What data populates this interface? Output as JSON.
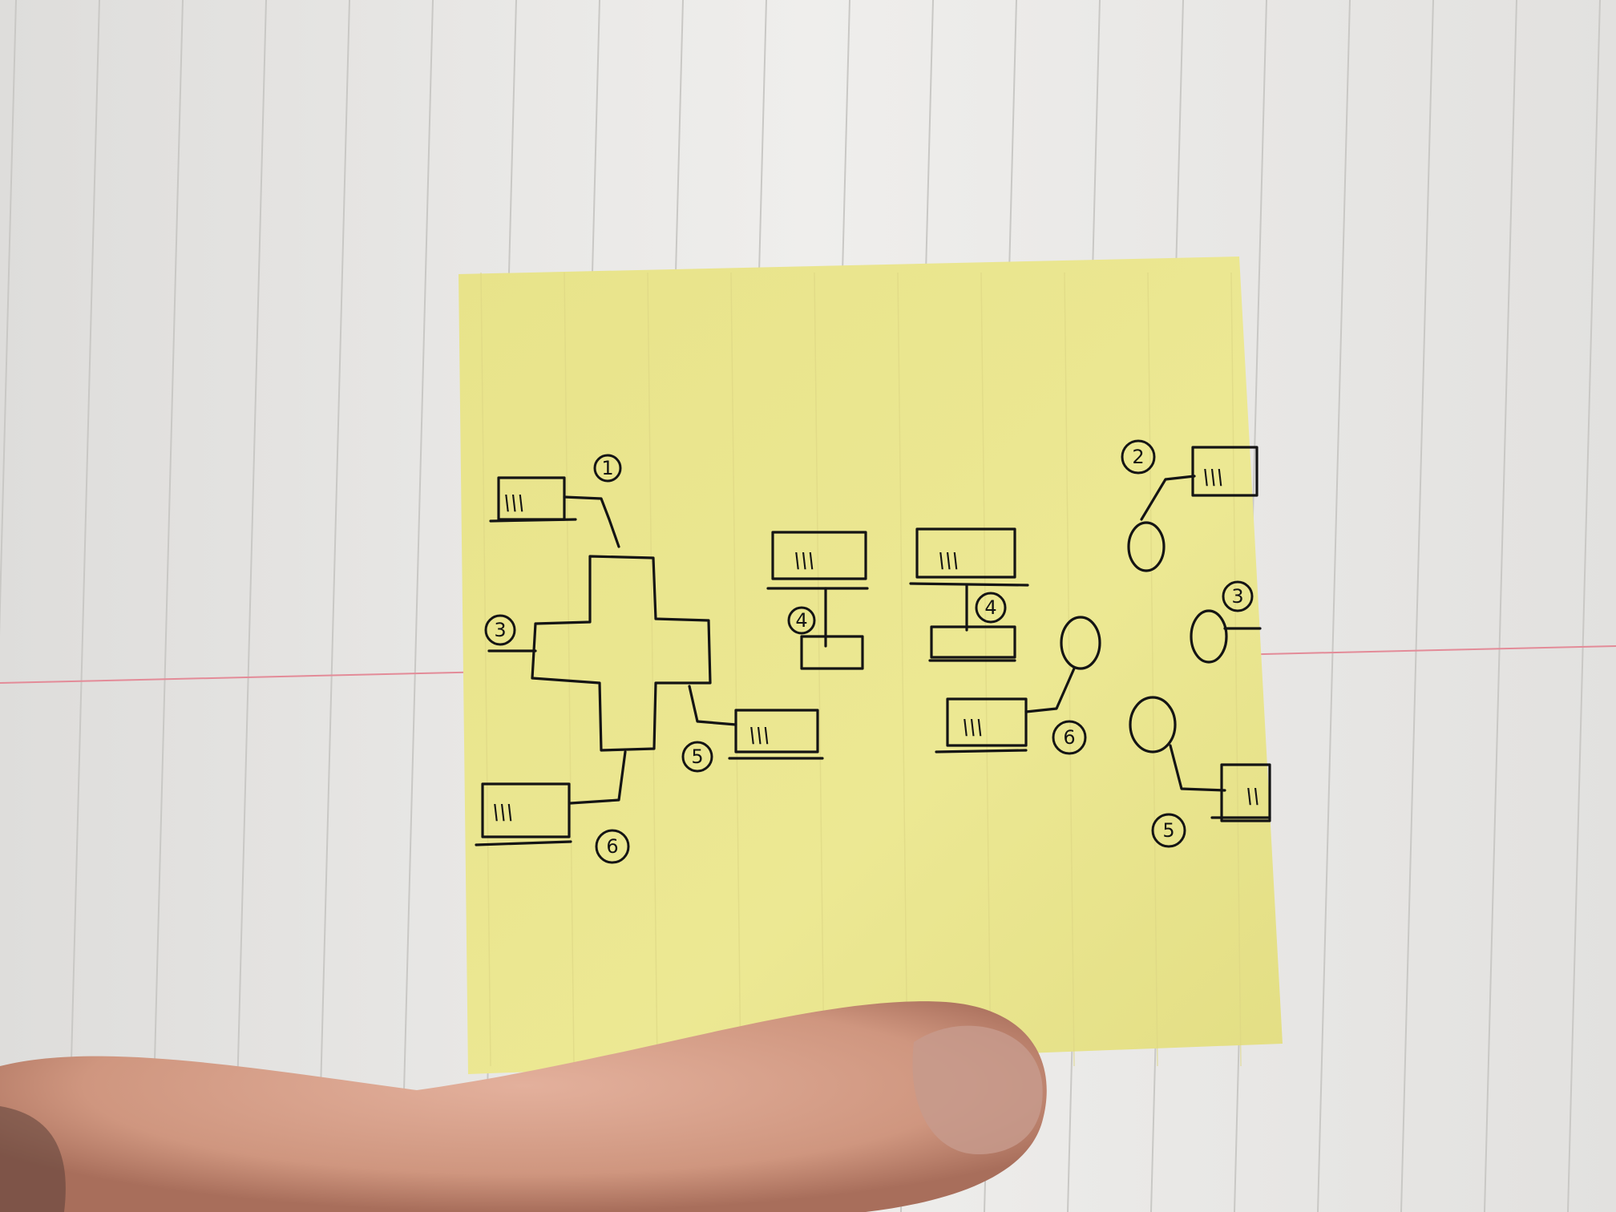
{
  "scene": {
    "paper_color": "#ecebe8",
    "paper_rule_color": "#c9c8c5",
    "margin_line_color": "#e38b98",
    "note_color": "#ebe68e",
    "ink_color": "#141414",
    "skin_color": "#d8a48d"
  },
  "labels": {
    "cross_top": "1",
    "cross_left": "3",
    "cross_right": "5",
    "cross_bottom": "6",
    "pedestal_a": "4",
    "pedestal_b": "4",
    "box_right": "6",
    "circle_top": "2",
    "circle_mid": "3",
    "circle_bottom": "5"
  },
  "boxes": {
    "hatch": "\\\\\\",
    "hatch_short": "\\\\"
  }
}
